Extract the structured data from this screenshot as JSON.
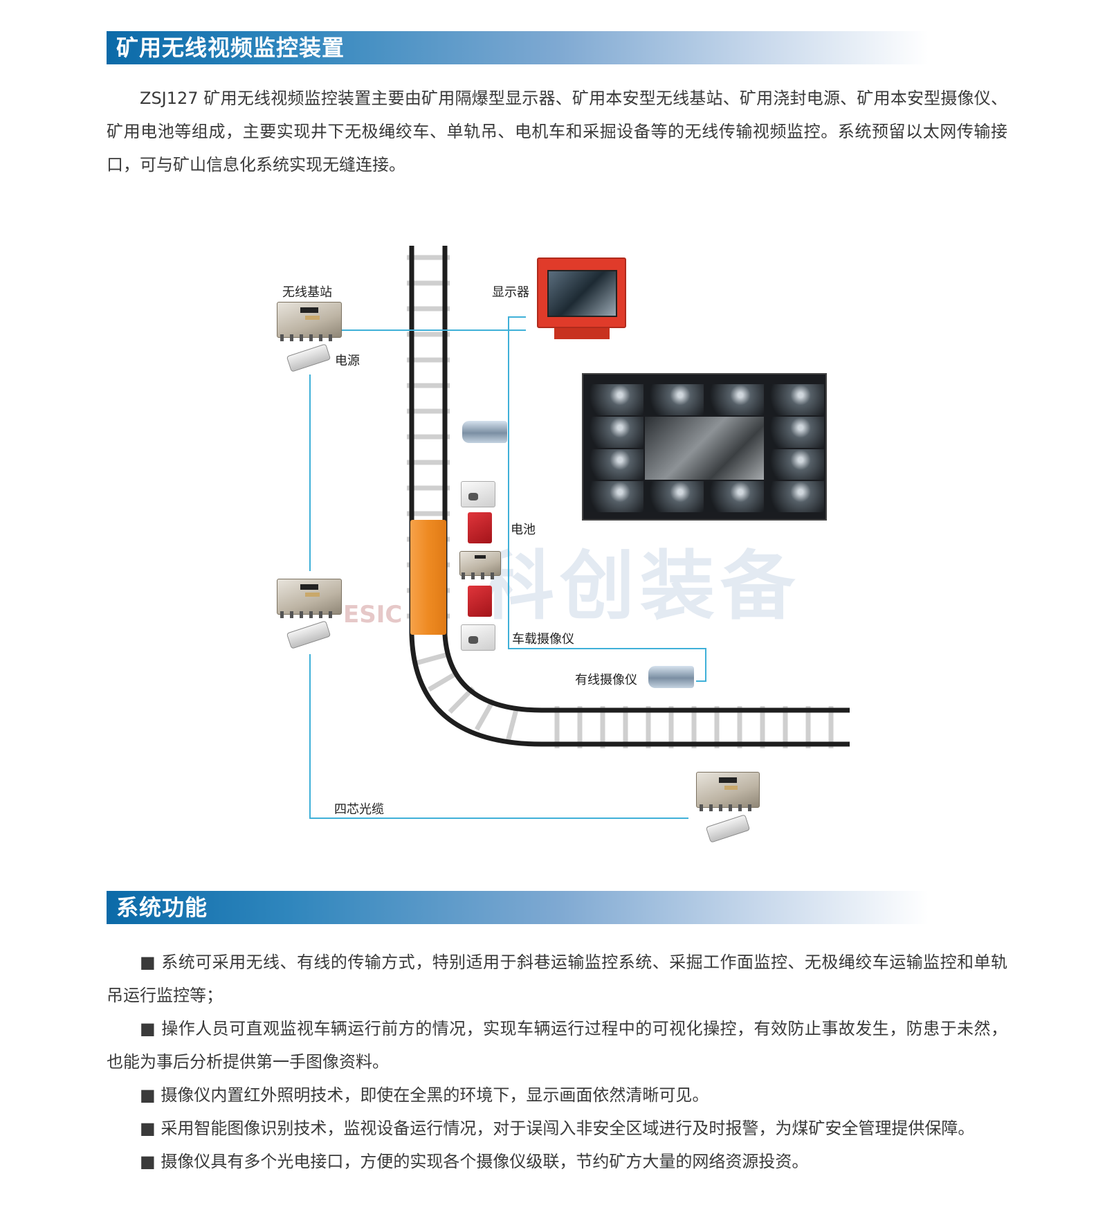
{
  "section1": {
    "title": "矿用无线视频监控装置",
    "paragraph": "ZSJ127 矿用无线视频监控装置主要由矿用隔爆型显示器、矿用本安型无线基站、矿用浇封电源、矿用本安型摄像仪、矿用电池等组成，主要实现井下无极绳绞车、单轨吊、电机车和采掘设备等的无线传输视频监控。系统预留以太网传输接口，可与矿山信息化系统实现无缝连接。"
  },
  "diagram": {
    "labels": {
      "base_station": "无线基站",
      "power": "电源",
      "display": "显示器",
      "battery": "电池",
      "vehicle_camera": "车载摄像仪",
      "wired_camera": "有线摄像仪",
      "fiber_cable": "四芯光缆"
    },
    "watermark": "科创装备",
    "watermark_logo": "ESIC",
    "colors": {
      "cable": "#3fb0d8",
      "cart": "#f08a24",
      "rail": "#1e1e1e"
    }
  },
  "section2": {
    "title": "系统功能",
    "bullet_icon": "■",
    "items": [
      "系统可采用无线、有线的传输方式，特别适用于斜巷运输监控系统、采掘工作面监控、无极绳绞车运输监控和单轨吊运行监控等；",
      "操作人员可直观监视车辆运行前方的情况，实现车辆运行过程中的可视化操控，有效防止事故发生，防患于未然，也能为事后分析提供第一手图像资料。",
      "摄像仪内置红外照明技术，即使在全黑的环境下，显示画面依然清晰可见。",
      "采用智能图像识别技术，监视设备运行情况，对于误闯入非安全区域进行及时报警，为煤矿安全管理提供保障。",
      "摄像仪具有多个光电接口，方便的实现各个摄像仪级联，节约矿方大量的网络资源投资。"
    ]
  }
}
